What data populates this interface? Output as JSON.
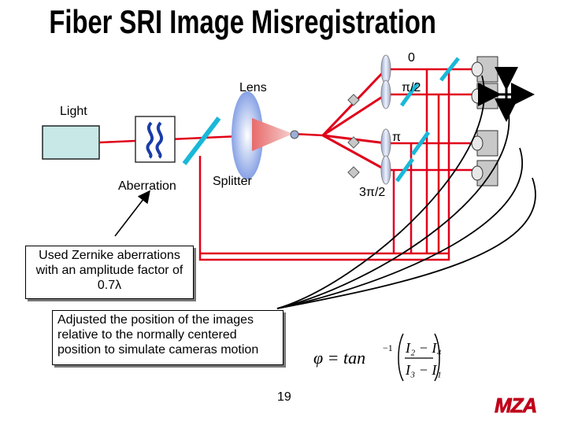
{
  "title": "Fiber SRI Image Misregistration",
  "labels": {
    "light": "Light",
    "aberration": "Aberration",
    "splitter": "Splitter",
    "lens": "Lens",
    "phase_0": "0",
    "phase_pi2": "π/2",
    "phase_pi": "π",
    "phase_3pi2": "3π/2"
  },
  "notes": {
    "zernike": "Used Zernike aberrations with an amplitude factor of 0.7λ",
    "adjusted": "Adjusted the position of the images relative to the normally centered position to simulate cameras motion"
  },
  "formula": {
    "lhs": "φ = tan",
    "exp": "−1",
    "numerator": "I₂ − I₄",
    "denominator": "I₃ − I₁"
  },
  "page_number": "19",
  "logo_text": "MZA",
  "colors": {
    "beam": "#e0001a",
    "splitter": "#19b8d8",
    "source_box": "#c8e8e8",
    "camera": "#c8c8c8"
  }
}
